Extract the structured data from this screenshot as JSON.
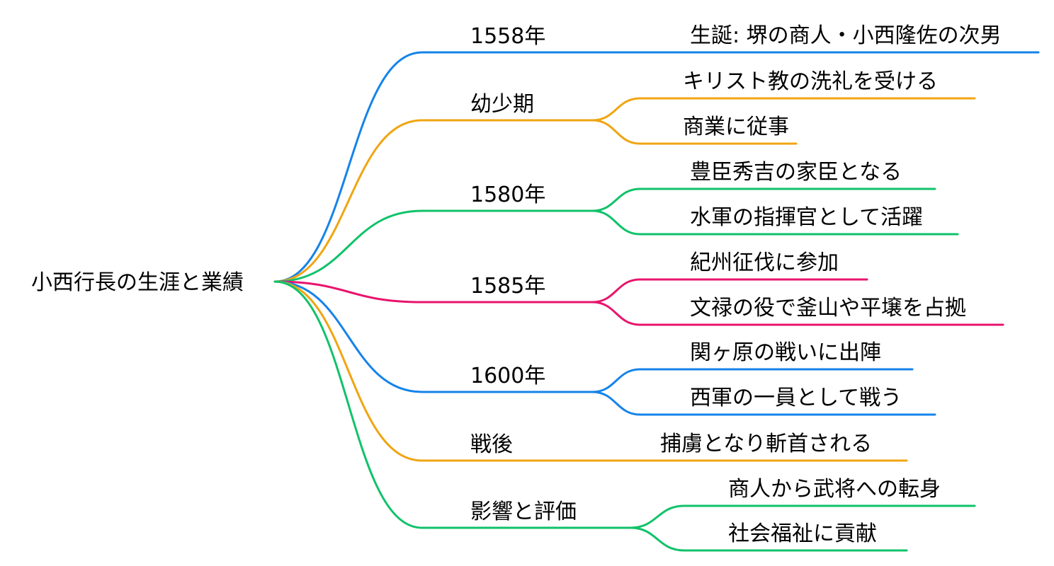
{
  "palette": {
    "blue": "#1583e9",
    "orange": "#f0a512",
    "green": "#10c26a",
    "pink": "#e8146c"
  },
  "mindmap": {
    "root": "小西行長の生涯と業績",
    "branches": [
      {
        "label": "1558年",
        "color": "blue",
        "children": [
          "生誕: 堺の商人・小西隆佐の次男"
        ]
      },
      {
        "label": "幼少期",
        "color": "orange",
        "children": [
          "キリスト教の洗礼を受ける",
          "商業に従事"
        ]
      },
      {
        "label": "1580年",
        "color": "green",
        "children": [
          "豊臣秀吉の家臣となる",
          "水軍の指揮官として活躍"
        ]
      },
      {
        "label": "1585年",
        "color": "pink",
        "children": [
          "紀州征伐に参加",
          "文禄の役で釜山や平壌を占拠"
        ]
      },
      {
        "label": "1600年",
        "color": "blue",
        "children": [
          "関ヶ原の戦いに出陣",
          "西軍の一員として戦う"
        ]
      },
      {
        "label": "戦後",
        "color": "orange",
        "children": [
          "捕虜となり斬首される"
        ]
      },
      {
        "label": "影響と評価",
        "color": "green",
        "children": [
          "商人から武将への転身",
          "社会福祉に貢献"
        ]
      }
    ]
  }
}
